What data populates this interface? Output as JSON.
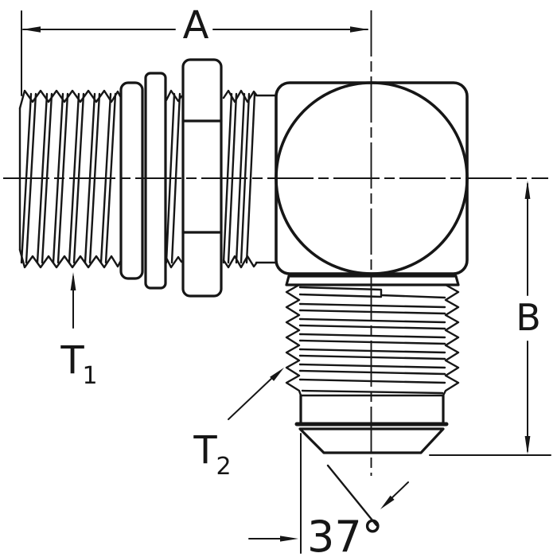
{
  "labels": {
    "dim_a": "A",
    "dim_b": "B",
    "t1_main": "T",
    "t1_sub": "1",
    "t2_main": "T",
    "t2_sub": "2",
    "flare_angle": "37°"
  },
  "colors": {
    "line": "#161616",
    "background": "#ffffff"
  }
}
